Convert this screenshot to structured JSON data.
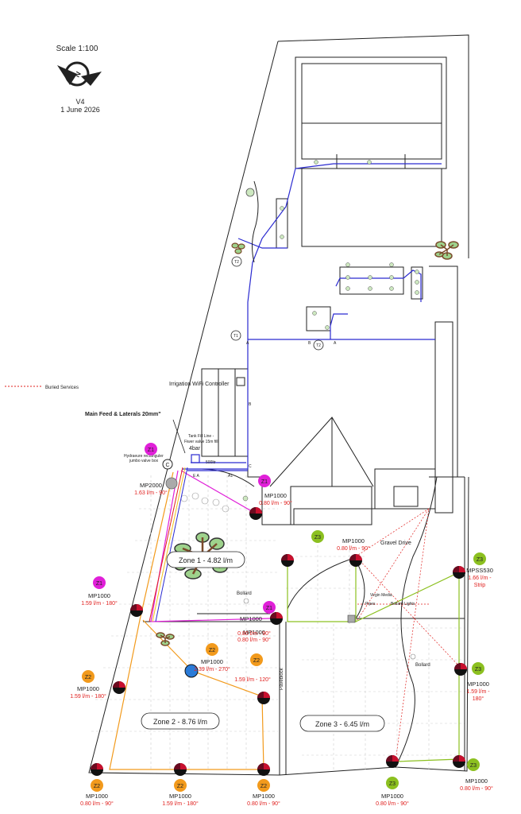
{
  "header": {
    "scale": "Scale 1:100",
    "version": "V4",
    "date": "1 June 2026",
    "compass_letter": "N"
  },
  "legend": {
    "buried_services": "Buried Services"
  },
  "labels": {
    "controller": "Irrigation WiFi Controller",
    "main_feed": "Main Feed & Laterals 20mm\"",
    "tank_fill": "Tank Fill Line -",
    "tank_fill2": "Fiwer valve 15m fill",
    "pressure": "4bar",
    "tank": "500ltr",
    "valve_box": "Hydraeure rectanguler",
    "valve_box2": "jumbo valve box",
    "valve_box_letter": "C",
    "t1": "T1",
    "t2a": "T2",
    "t2b": "T2",
    "gravel_drive": "Gravel Drive",
    "paveblock": "Paveblock",
    "bollard1": "Bollard",
    "bollard2": "Bollard",
    "virgin_media": "Virgin Media",
    "pipes": "Pipes",
    "bollard_lights": "Bollard Lights"
  },
  "zones": {
    "zone1": "Zone 1 - 4.82 l/m",
    "zone2": "Zone 2 - 8.76 l/m",
    "zone3": "Zone 3 - 6.45 l/m"
  },
  "nozzles": [
    {
      "zone": "Z1",
      "model": "MP2000",
      "flow": "1.63 l/m - 90°"
    },
    {
      "zone": "Z1",
      "model": "MP1000",
      "flow": "0.80 l/m - 90°"
    },
    {
      "zone": "Z1",
      "model": "MP1000",
      "flow": "1.59 l/m - 180°"
    },
    {
      "zone": "Z1",
      "model": "MP1000",
      "flow": "0.80 l/m - 90°"
    },
    {
      "zone": "",
      "model": "MP1000",
      "flow": "0.80 l/m - 90°"
    },
    {
      "zone": "Z3",
      "model": "MP1000",
      "flow": "0.80 l/m - 90°"
    },
    {
      "zone": "Z3",
      "model": "MPSS530",
      "flow": "1.66 l/m -",
      "flow2": "Strip"
    },
    {
      "zone": "Z2",
      "model": "MP1000",
      "flow": "2.39 l/m - 270°"
    },
    {
      "zone": "Z2",
      "model": "",
      "flow": "1.59 l/m - 120°"
    },
    {
      "zone": "Z2",
      "model": "MP1000",
      "flow": "1.59 l/m - 180°"
    },
    {
      "zone": "Z3",
      "model": "MP1000",
      "flow": "1.59 l/m -",
      "flow2": "180°"
    },
    {
      "zone": "Z2",
      "model": "MP1000",
      "flow": "0.80 l/m - 90°"
    },
    {
      "zone": "Z2",
      "model": "MP1000",
      "flow": "1.59 l/m - 180°"
    },
    {
      "zone": "Z2",
      "model": "MP1000",
      "flow": "0.80 l/m - 90°"
    },
    {
      "zone": "Z3",
      "model": "MP1000",
      "flow": "0.80 l/m - 90°"
    },
    {
      "zone": "Z3",
      "model": "MP1000",
      "flow": "0.80 l/m - 90°"
    }
  ],
  "colors": {
    "z1": "#e020d8",
    "z2": "#f29a1c",
    "z3": "#8cc020",
    "pipe_blue": "#2a2ad0",
    "flow_red": "#e0201e"
  }
}
